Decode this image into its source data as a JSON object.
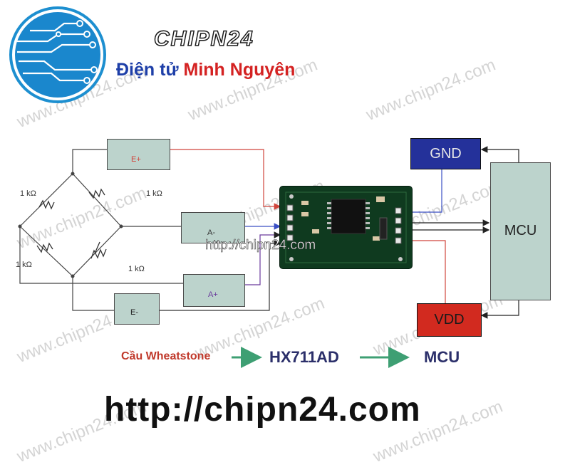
{
  "brand": {
    "name": "CHIPN24",
    "subtitle_part1": "Điện tử",
    "subtitle_part2": "Minh Nguyên"
  },
  "watermarks": [
    "www.chipn24.com",
    "http://chipn24.com"
  ],
  "diagram": {
    "resistor_labels": [
      "1 kΩ",
      "1 kΩ",
      "1 kΩ",
      "1 kΩ"
    ],
    "terminal_labels": {
      "e_plus": "E+",
      "a_minus": "A-",
      "a_plus": "A+",
      "e_minus": "E-"
    },
    "gnd": "GND",
    "vdd": "VDD",
    "mcu": "MCU",
    "flow": {
      "step1": "Cầu Wheatstone",
      "step2": "HX711AD",
      "step3": "MCU"
    },
    "colors": {
      "red_wire": "#d0453c",
      "blue_wire": "#3a4fc4",
      "gnd_box": "#24319a",
      "vdd_box": "#d22a1f",
      "pcb": "#0f3a1f"
    }
  },
  "footer_url": "http://chipn24.com"
}
